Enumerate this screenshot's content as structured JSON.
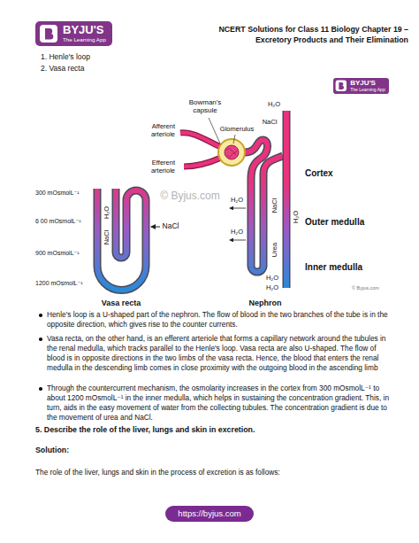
{
  "diagram": {
    "title": "NCERT Solutions for Class 11 Biology Chapter 19 – Excretory Products and Their Elimination",
    "nodes": [
      {
        "text": [
          "BYJU'S",
          "The Learning App"
        ]
      },
      {
        "text": [
          "BYJU'S",
          "The Learning App"
        ]
      },
      {
        "text": [
          "https://byjus.com"
        ]
      }
    ],
    "labels": [
      "1. Henle's loop",
      "2. Vasa recta",
      "Bowman's capsule",
      "Glomerulus",
      "Afferent arteriole",
      "Efferent arteriole",
      "H₂O",
      "NaCl",
      "Cortex",
      "Outer medulla",
      "Inner medulla",
      "300 mOsmolL⁻¹",
      "6 00 mOsmolL⁻¹",
      "900 mOsmolL⁻¹",
      "1200 mOsmolL⁻¹",
      "H₂O",
      "NaCl",
      "NaCl",
      "NaCl",
      "H₂O",
      "H₂O",
      "H₂O",
      "H₂O",
      "H₂O",
      "Urea",
      "Vasa recta",
      "Nephron",
      "© Byjus.com",
      "© Byjus.com",
      "Henle's loop is a U-shaped part of the nephron. The flow of blood in the two branches of the tube is in the opposite direction, which gives rise to the counter currents.",
      "Vasa recta, on the other hand, is an efferent arteriole that forms a capillary network around the tubules in the renal medulla, which tracks parallel to the Henle's loop. Vasa recta are also U-shaped. The flow of blood is in opposite directions in the two limbs of the vasa recta. Hence, the blood that enters the renal medulla in the descending limb comes in close proximity with the outgoing blood in the ascending limb",
      "Through the countercurrent mechanism, the osmolarity increases in the cortex from 300 mOsmolL⁻¹ to about 1200 mOsmolL⁻¹ in the inner medulla, which helps in sustaining the concentration gradient. This, in turn, aids in the easy movement of water from the collecting tubules. The concentration gradient is due to the movement of urea and NaCl.",
      "5. Describe the role of the liver, lungs and skin in excretion.",
      "Solution:",
      "The role of the liver, lungs and skin in the process of excretion is as follows:"
    ]
  }
}
